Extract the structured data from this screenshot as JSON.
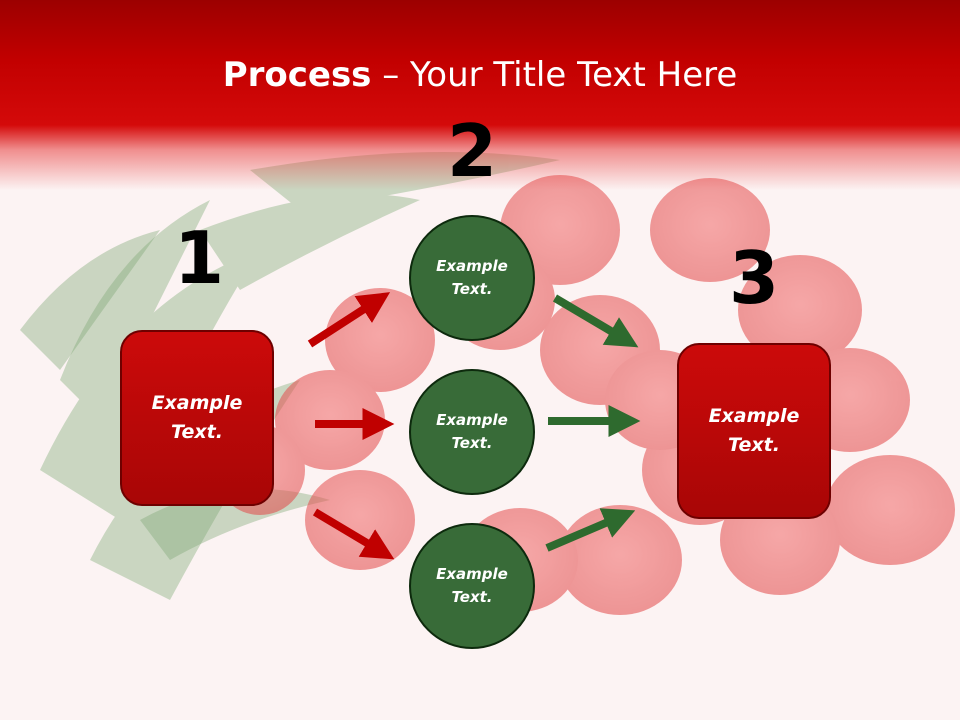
{
  "slide": {
    "title_bold": "Process",
    "title_rest": " – Your Title Text Here",
    "step_numbers": [
      "1",
      "2",
      "3"
    ],
    "start_box": {
      "text": "Example\nText."
    },
    "end_box": {
      "text": "Example\nText."
    },
    "circles": [
      {
        "text": "Example\nText."
      },
      {
        "text": "Example\nText."
      },
      {
        "text": "Example\nText."
      }
    ],
    "background_image": "red-tulip-bouquet-icon"
  },
  "colors": {
    "title_band": "#c00000",
    "box_fill": "#c00000",
    "circle_fill": "#386b38",
    "arrow_red": "#c00000",
    "arrow_green": "#2e6a2e"
  }
}
